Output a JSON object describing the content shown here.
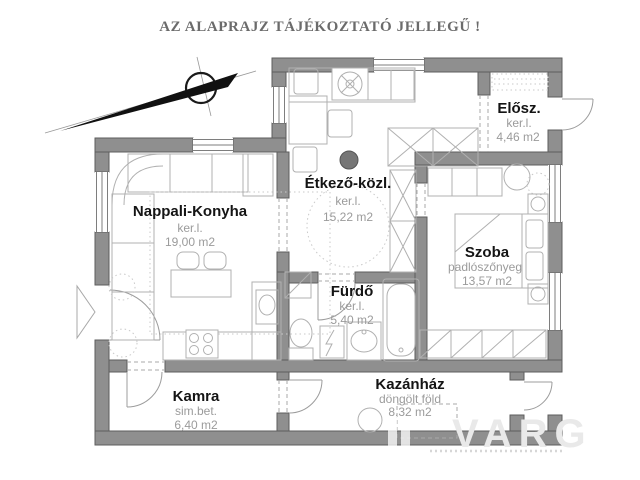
{
  "title": "AZ ALAPRAJZ TÁJÉKOZTATÓ JELLEGŰ !",
  "rooms": {
    "nappali": {
      "name": "Nappali-Konyha",
      "floor": "ker.l.",
      "area": "19,00  m2"
    },
    "etkezo": {
      "name": "Étkező-közl.",
      "floor": "ker.l.",
      "area": "15,22  m2"
    },
    "elosz": {
      "name": "Elősz.",
      "floor": "ker.l.",
      "area": "4,46  m2"
    },
    "szoba": {
      "name": "Szoba",
      "floor": "padlószőnyeg",
      "area": "13,57  m2"
    },
    "furdo": {
      "name": "Fürdő",
      "floor": "ker.l.",
      "area": "5,40  m2"
    },
    "kamra": {
      "name": "Kamra",
      "floor": "sim.bet.",
      "area": "6,40  m2"
    },
    "kazanhaz": {
      "name": "Kazánház",
      "floor": "döngölt  föld",
      "area": "8,32  m2"
    }
  },
  "watermark": {
    "text": "VARG"
  },
  "colors": {
    "wall_fill": "#8f8f8f",
    "wall_outline": "#5e5e5e",
    "furniture_line": "#b0b0b0",
    "room_name": "#141414",
    "room_sub": "#9b9b9b",
    "title": "#6b6b6b",
    "chimney_fill": "#767676",
    "watermark": "#e9e9e9"
  }
}
